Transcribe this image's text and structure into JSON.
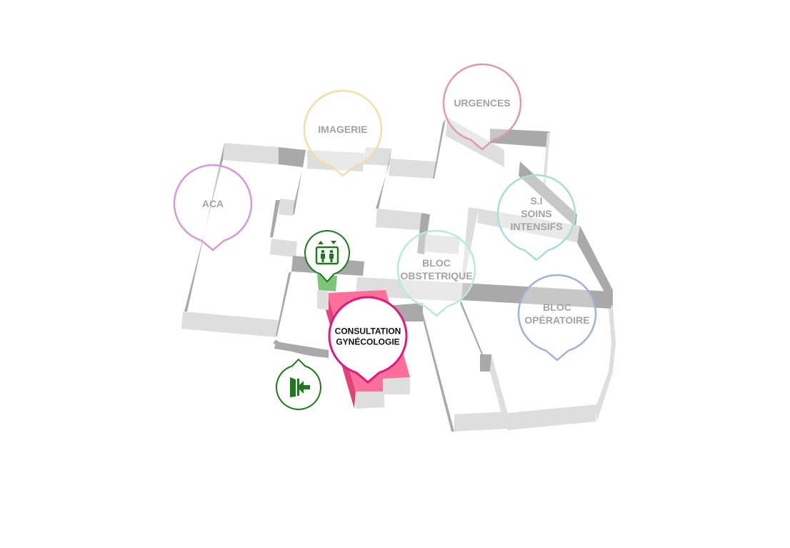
{
  "map": {
    "colors": {
      "wall_light": "#dedede",
      "wall_dark": "#a9a9a9",
      "highlight_fill": "#ff6f9b",
      "highlight_dark": "#e0447a",
      "elevator_fill": "#7cc47a",
      "accent_green": "#1b7a1b"
    },
    "pins": [
      {
        "id": "aca",
        "lines": [
          "ACA"
        ],
        "color": "#d49ad8",
        "active": false
      },
      {
        "id": "imagerie",
        "lines": [
          "IMAGERIE"
        ],
        "color": "#f1dfa6",
        "active": false
      },
      {
        "id": "urgences",
        "lines": [
          "URGENCES"
        ],
        "color": "#e09aa8",
        "active": false
      },
      {
        "id": "soins-intensifs",
        "lines": [
          "S.I",
          "SOINS",
          "INTENSIFS"
        ],
        "color": "#a9ddd6",
        "active": false
      },
      {
        "id": "bloc-obstetrique",
        "lines": [
          "BLOC",
          "OBSTETRIQUE"
        ],
        "color": "#b6ecd6",
        "active": false
      },
      {
        "id": "bloc-operatoire",
        "lines": [
          "BLOC",
          "OPÉRATOIRE"
        ],
        "color": "#9fb4d4",
        "active": false
      },
      {
        "id": "consultation-gynecologie",
        "lines": [
          "CONSULTATION",
          "GYNÉCOLOGIE"
        ],
        "color": "#e6157a",
        "active": true
      }
    ],
    "icons": [
      {
        "id": "elevator",
        "icon": "elevator-icon",
        "color": "#1b7a1b"
      },
      {
        "id": "entrance",
        "icon": "entrance-icon",
        "color": "#1b7a1b"
      }
    ]
  }
}
